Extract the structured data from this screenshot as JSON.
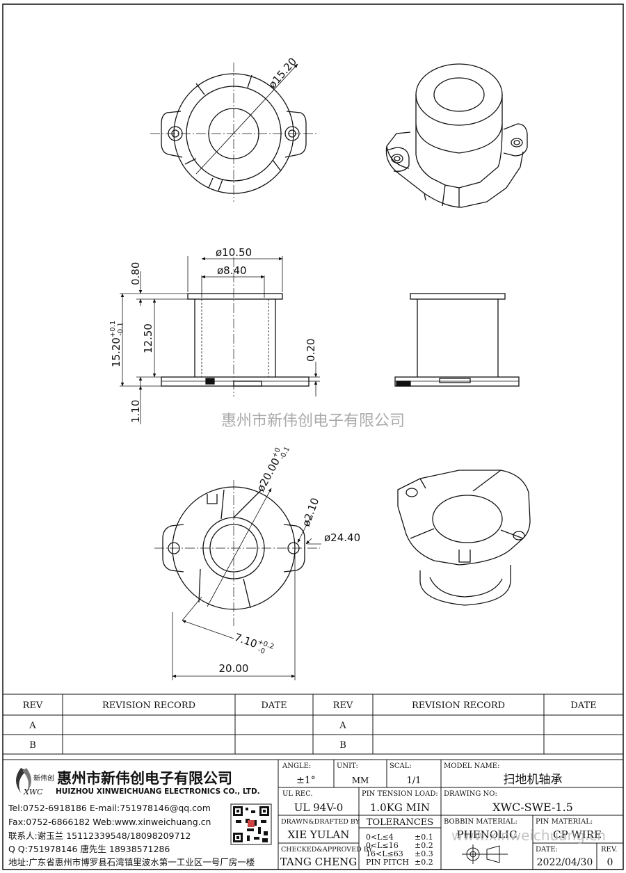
{
  "views": {
    "top": {
      "dim_outer_dia": "ø15.20"
    },
    "side": {
      "dim_flange_dia": "ø10.50",
      "dim_inner_dia": "ø8.40",
      "dim_flange_thk": "0.80",
      "dim_total_h_base": "15.20",
      "dim_total_h_tol_plus": "+0.1",
      "dim_total_h_tol_minus": "-0.1",
      "dim_winding_h": "12.50",
      "dim_gap": "0.20",
      "dim_base_thk": "1.10"
    },
    "bottom": {
      "dim_base_dia_base": "ø20.00",
      "dim_base_dia_tol_plus": "+0",
      "dim_base_dia_tol_minus": "-0.1",
      "dim_hole_dia": "ø2.10",
      "dim_ear_span": "ø24.40",
      "dim_slot_base": "7.10",
      "dim_slot_tol_plus": "+0.2",
      "dim_slot_tol_minus": "-0",
      "dim_width": "20.00"
    }
  },
  "watermark": "惠州市新伟创电子有限公司",
  "revision_table": {
    "headers": [
      "REV",
      "REVISION RECORD",
      "DATE",
      "REV",
      "REVISION RECORD",
      "DATE"
    ],
    "rows_left": [
      "A",
      "B"
    ],
    "rows_right": [
      "A",
      "B"
    ]
  },
  "company": {
    "logo_text": "新伟创",
    "logo_abbr": "XWC",
    "name_cn": "惠州市新伟创电子有限公司",
    "name_en": "HUIZHOU XINWEICHUANG ELECTRONICS CO., LTD.",
    "tel_line": "Tel:0752-6918186 E-mail:751978146@qq.com",
    "fax_line": "Fax:0752-6866182 Web:www.xinweichuang.cn",
    "contact_line": "联系人:谢玉兰 15112339548/18098209712",
    "qq_line": "Q Q:751978146    唐先生 18938571286",
    "address_line": "地址:广东省惠州市博罗县石湾镇里波水第一工业区一号厂房一楼"
  },
  "title_block": {
    "angle_label": "ANGLE:",
    "angle_value": "±1°",
    "unit_label": "UNIT:",
    "unit_value": "MM",
    "scale_label": "SCAL:",
    "scale_value": "1/1",
    "model_label": "MODEL NAME:",
    "model_value": "扫地机轴承",
    "ul_label": "UL REC.",
    "ul_value": "UL 94V-0",
    "pin_tension_label": "PIN TENSION LOAD:",
    "pin_tension_value": "1.0KG MIN",
    "drawing_no_label": "DRAWING NO:",
    "drawing_no_value": "XWC-SWE-1.5",
    "drawn_label": "DRAWN&DRAFTED BY",
    "drawn_value": "XIE YULAN",
    "tolerances_label": "TOLERANCES",
    "tolerance_rows": [
      {
        "range": "0<L≤4",
        "tol": "±0.1"
      },
      {
        "range": "0<L≤16",
        "tol": "±0.2"
      },
      {
        "range": "16<L≤63",
        "tol": "±0.3"
      },
      {
        "range": "PIN PITCH",
        "tol": "±0.2"
      }
    ],
    "bobbin_material_label": "BOBBIN MATERIAL:",
    "bobbin_material_value": "PHENOLIC",
    "pin_material_label": "PIN MATERIAL:",
    "pin_material_value": "CP WIRE",
    "checked_label": "CHECKED&APPROVED BY",
    "checked_value": "TANG CHENG",
    "date_label": "DATE:",
    "date_value": "2022/04/30",
    "rev_label": "REV.",
    "rev_value": "0",
    "website_watermark": "www.xinweichuang.cn"
  }
}
